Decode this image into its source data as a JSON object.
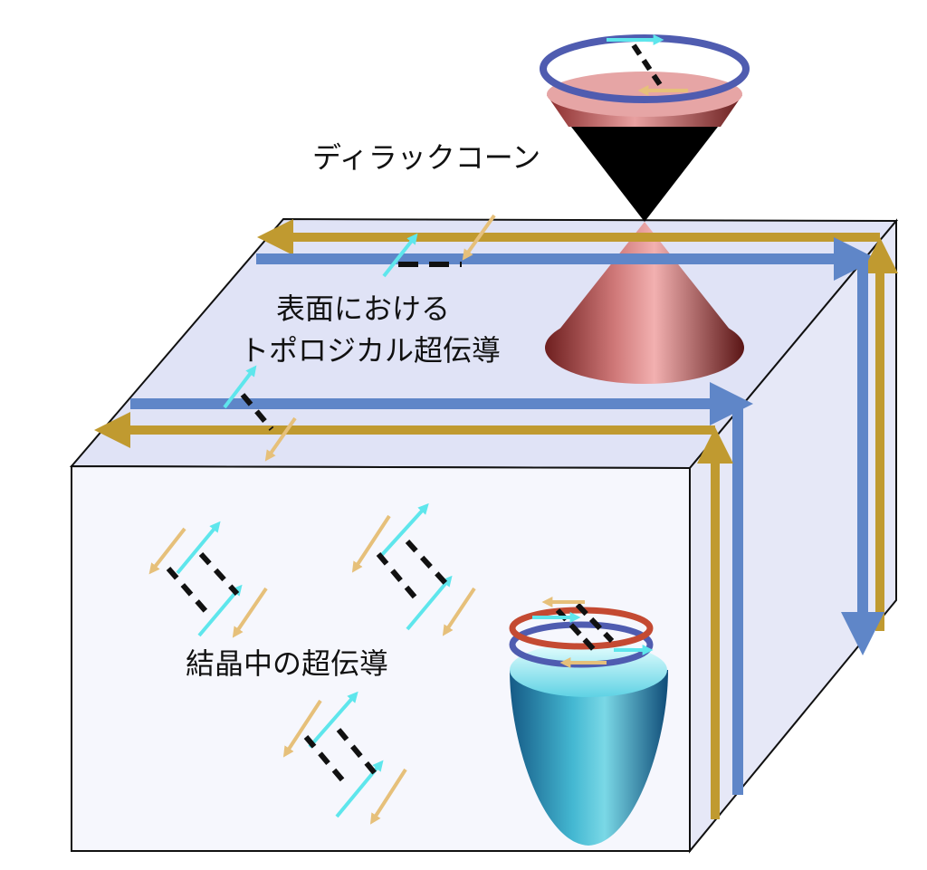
{
  "labels": {
    "dirac_cone": "ディラックコーン",
    "surface_line1": "表面における",
    "surface_line2": "トポロジカル超伝導",
    "bulk": "結晶中の超伝導"
  },
  "colors": {
    "face_top": "#e0e3f6",
    "face_front": "#f6f7fd",
    "face_side": "#e6e8f7",
    "edge_stroke": "#111111",
    "track_blue": "#5f86c8",
    "track_gold": "#c09a30",
    "spin_cyan": "#5ee6ec",
    "spin_tan": "#e6c07a",
    "cone_red": "#c97070",
    "cone_black": "#000000",
    "paraboloid": "#42b6cf",
    "ring_blue": "#4f5cb0",
    "ring_red": "#c44a32"
  },
  "icons": {
    "surface_state": "dirac-cone-icon",
    "bulk_state": "paraboloid-band-icon",
    "spin": "spin-arrow-icon",
    "pair": "cooper-pair-link-icon"
  }
}
